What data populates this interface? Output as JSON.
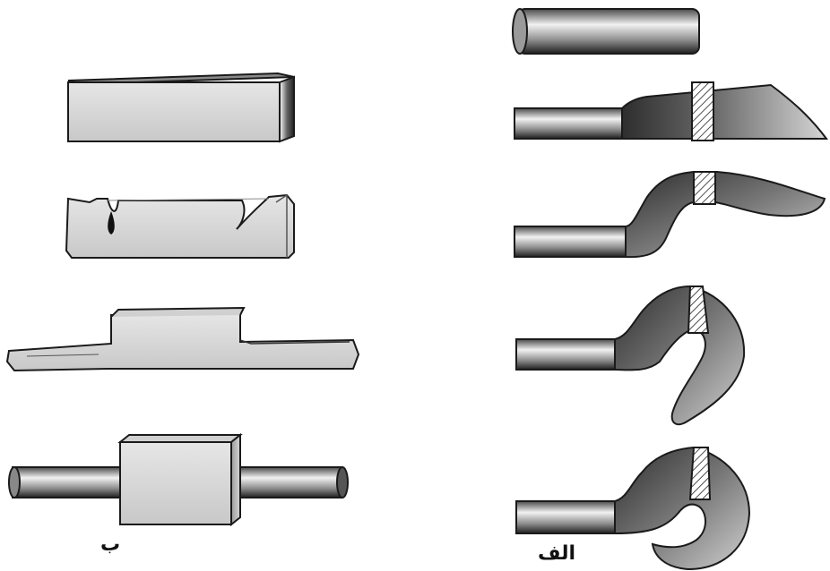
{
  "labels": {
    "left_column": "ب",
    "right_column": "الف"
  },
  "colors": {
    "outline": "#1a1a1a",
    "block_light": "#d9d9d9",
    "block_mid": "#bdbdbd",
    "metal_dark": "#3a3a3a",
    "metal_light": "#ededed",
    "hook_light": "#c9c9c9"
  },
  "panels": {
    "right": [
      "round-bar-stock",
      "bar-with-flattened-tapered-end",
      "bar-with-bent-tapered-end",
      "bar-with-curved-hook",
      "finished-hook"
    ],
    "left": [
      "rectangular-block-stock",
      "block-with-notches",
      "drawn-out-stepped-bar",
      "finished-bar-with-central-block"
    ]
  }
}
